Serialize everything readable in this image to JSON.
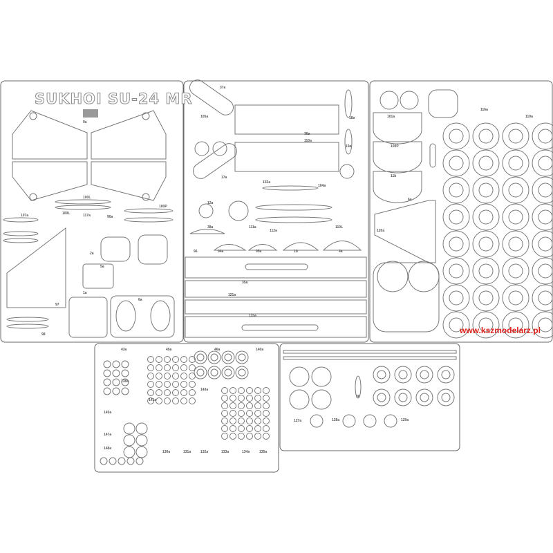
{
  "sheet": {
    "title": "SUKHOI SU-24 MR",
    "website": "www.kszmodelarz.pl",
    "part_labels": [
      "9a",
      "100L",
      "100P",
      "107a",
      "100L",
      "117a",
      "90a",
      "2a",
      "5a",
      "1a",
      "97",
      "98",
      "6a",
      "101a",
      "100P",
      "11b",
      "12a",
      "17a",
      "103a",
      "104a",
      "105a",
      "18a",
      "19a",
      "110a",
      "111a",
      "112a",
      "110L",
      "96",
      "94a",
      "95a",
      "1b",
      "4a",
      "6a",
      "120a",
      "121a",
      "115a",
      "116a",
      "119a",
      "35a",
      "36a",
      "37a",
      "38a",
      "43a",
      "45a",
      "46a",
      "140a",
      "138a",
      "141a",
      "143a",
      "145a",
      "147a",
      "148a",
      "130a",
      "131a",
      "132a",
      "133a",
      "134a",
      "135a",
      "127a",
      "128a",
      "129a",
      "36"
    ],
    "colors": {
      "outline": "#777777",
      "url": "#e0231c"
    }
  }
}
